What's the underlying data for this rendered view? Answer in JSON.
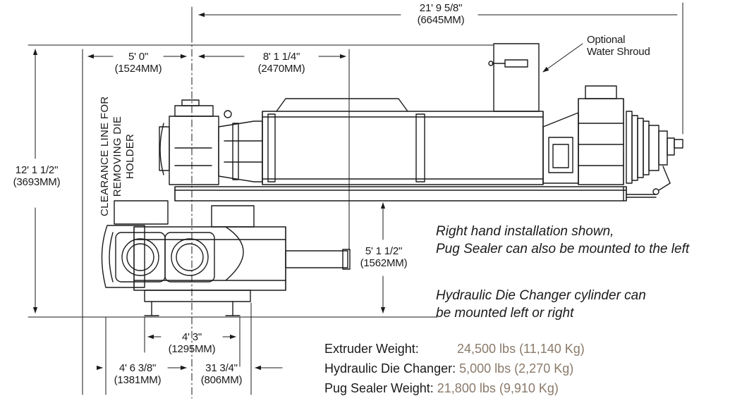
{
  "dimensions": {
    "overall_length": {
      "imperial": "21' 9 5/8\"",
      "metric": "(6645MM)"
    },
    "clearance_to_centerline": {
      "imperial": "5' 0\"",
      "metric": "(1524MM)"
    },
    "centerline_to_frame": {
      "imperial": "8' 1 1/4\"",
      "metric": "(2470MM)"
    },
    "overall_height": {
      "imperial": "12' 1 1/2\"",
      "metric": "(3693MM)"
    },
    "die_height": {
      "imperial": "5' 1 1/2\"",
      "metric": "(1562MM)"
    },
    "feet_spacing": {
      "imperial": "4' 3\"",
      "metric": "(1295MM)"
    },
    "left_offset": {
      "imperial": "4' 6 3/8\"",
      "metric": "(1381MM)"
    },
    "right_offset": {
      "imperial": "31 3/4\"",
      "metric": "(806MM)"
    }
  },
  "labels": {
    "water_shroud": [
      "Optional",
      "Water Shroud"
    ],
    "clearance_line": [
      "CLEARANCE LINE FOR",
      "REMOVING DIE",
      "HOLDER"
    ]
  },
  "notes": {
    "installation": [
      "Right hand installation shown,",
      "Pug Sealer can also be mounted to the left"
    ],
    "die_changer": [
      "Hydraulic Die Changer cylinder can",
      "be mounted left or right"
    ]
  },
  "weights": [
    {
      "label": "Extruder Weight:",
      "value": "24,500 lbs (11,140 Kg)"
    },
    {
      "label": "Hydraulic Die Changer:",
      "value": "5,000 lbs (2,270 Kg)"
    },
    {
      "label": "Pug Sealer Weight:",
      "value": "21,800 lbs (9,910 Kg)"
    }
  ],
  "colors": {
    "line": "#1a1a1a",
    "weight_value": "#8a7a6a"
  }
}
